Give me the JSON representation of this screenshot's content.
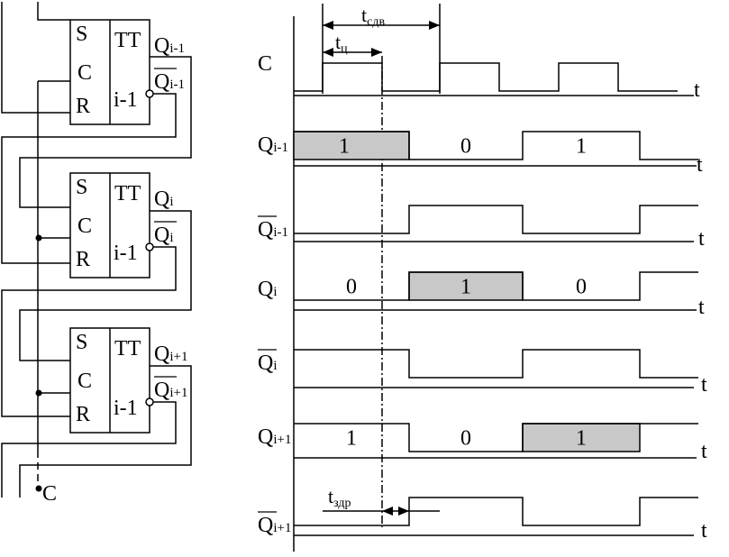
{
  "circuit": {
    "flipflops": [
      {
        "pins": [
          "S",
          "C",
          "R"
        ],
        "type": "TT",
        "index": "i-1",
        "q": {
          "main": "Q",
          "sub": "i-1"
        },
        "qbar": {
          "main": "Q",
          "sub": "i-1"
        }
      },
      {
        "pins": [
          "S",
          "C",
          "R"
        ],
        "type": "TT",
        "index": "i-1",
        "q": {
          "main": "Q",
          "sub": "i"
        },
        "qbar": {
          "main": "Q",
          "sub": "i"
        }
      },
      {
        "pins": [
          "S",
          "C",
          "R"
        ],
        "type": "TT",
        "index": "i-1",
        "q": {
          "main": "Q",
          "sub": "i+1"
        },
        "qbar": {
          "main": "Q",
          "sub": "i+1"
        }
      }
    ],
    "clock_label": "C"
  },
  "timing": {
    "time_label": "t",
    "signals": [
      {
        "main": "C",
        "sub": "",
        "overline": false,
        "wave": [
          0,
          1,
          0,
          1,
          0,
          1,
          0
        ],
        "values": []
      },
      {
        "main": "Q",
        "sub": "i-1",
        "overline": false,
        "wave": [
          1,
          0,
          1,
          0
        ],
        "values": [
          "1",
          "0",
          "1",
          ""
        ],
        "highlight": [
          0
        ]
      },
      {
        "main": "Q",
        "sub": "i-1",
        "overline": true,
        "wave": [
          0,
          1,
          0,
          1
        ],
        "values": []
      },
      {
        "main": "Q",
        "sub": "i",
        "overline": false,
        "wave": [
          0,
          1,
          0,
          1
        ],
        "values": [
          "0",
          "1",
          "0",
          ""
        ],
        "highlight": [
          1
        ]
      },
      {
        "main": "Q",
        "sub": "i",
        "overline": true,
        "wave": [
          1,
          0,
          1,
          0
        ],
        "values": []
      },
      {
        "main": "Q",
        "sub": "i+1",
        "overline": false,
        "wave": [
          1,
          0,
          1,
          1
        ],
        "values": [
          "1",
          "0",
          "1",
          ""
        ],
        "highlight": [
          2
        ]
      },
      {
        "main": "Q",
        "sub": "i+1",
        "overline": true,
        "wave": [
          0,
          1,
          0,
          1
        ],
        "values": []
      }
    ],
    "annotations": {
      "shift_period": {
        "main": "t",
        "sub": "сдв"
      },
      "pulse_width": {
        "main": "t",
        "sub": "ц"
      },
      "delay": {
        "main": "t",
        "sub": "здр"
      }
    }
  },
  "colors": {
    "line": "#000000",
    "highlight": "#c8c8c8"
  }
}
